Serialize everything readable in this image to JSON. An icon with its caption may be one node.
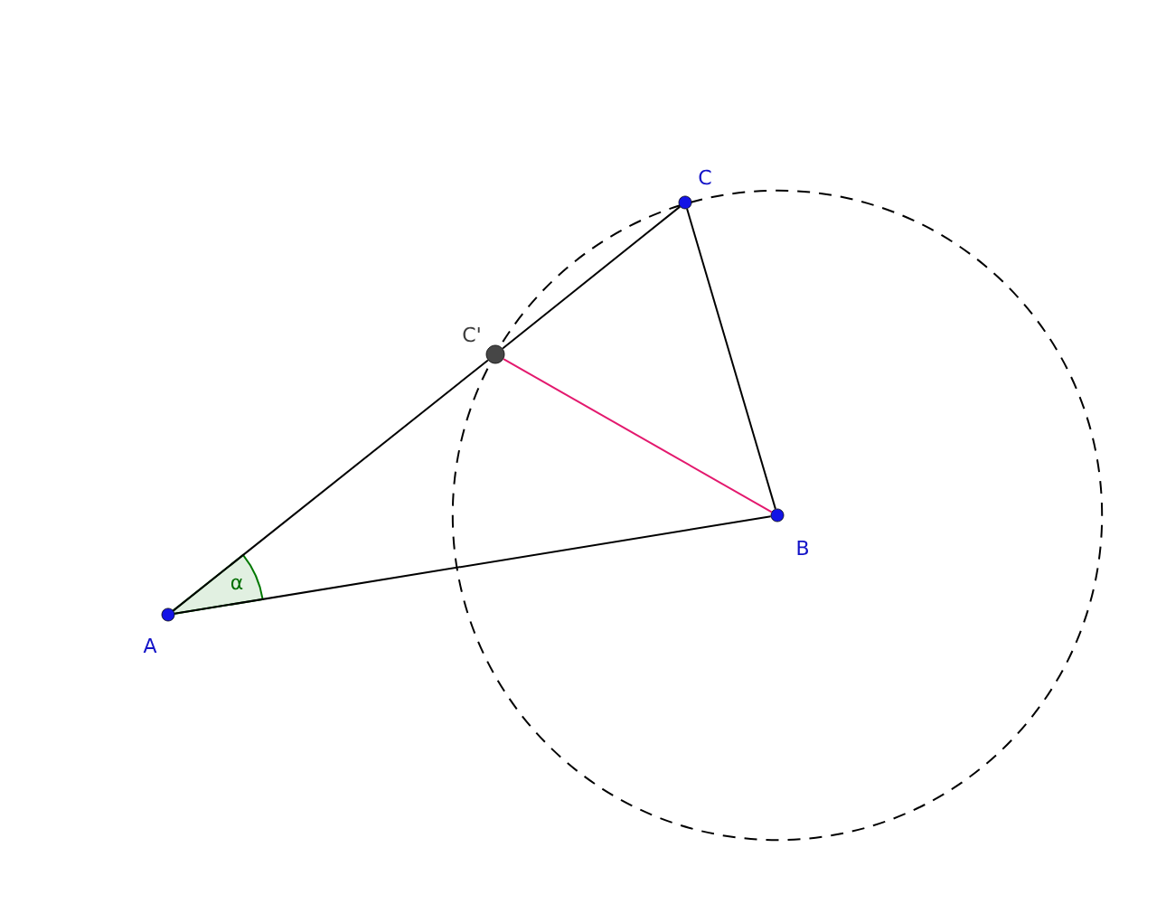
{
  "diagram": {
    "nodes": [
      {
        "text": [
          "A"
        ]
      },
      {
        "text": [
          "B"
        ]
      },
      {
        "text": [
          "C"
        ]
      },
      {
        "text": [
          "C'"
        ]
      }
    ],
    "edges": [
      {
        "from": 0,
        "to": 3,
        "arrow": "none"
      },
      {
        "from": 3,
        "to": 2,
        "arrow": "none"
      },
      {
        "from": 2,
        "to": 1,
        "arrow": "none"
      },
      {
        "from": 0,
        "to": 1,
        "arrow": "none"
      },
      {
        "from": 3,
        "to": 1,
        "arrow": "none",
        "color": "#e3196e"
      }
    ],
    "labels": [
      "α"
    ]
  }
}
